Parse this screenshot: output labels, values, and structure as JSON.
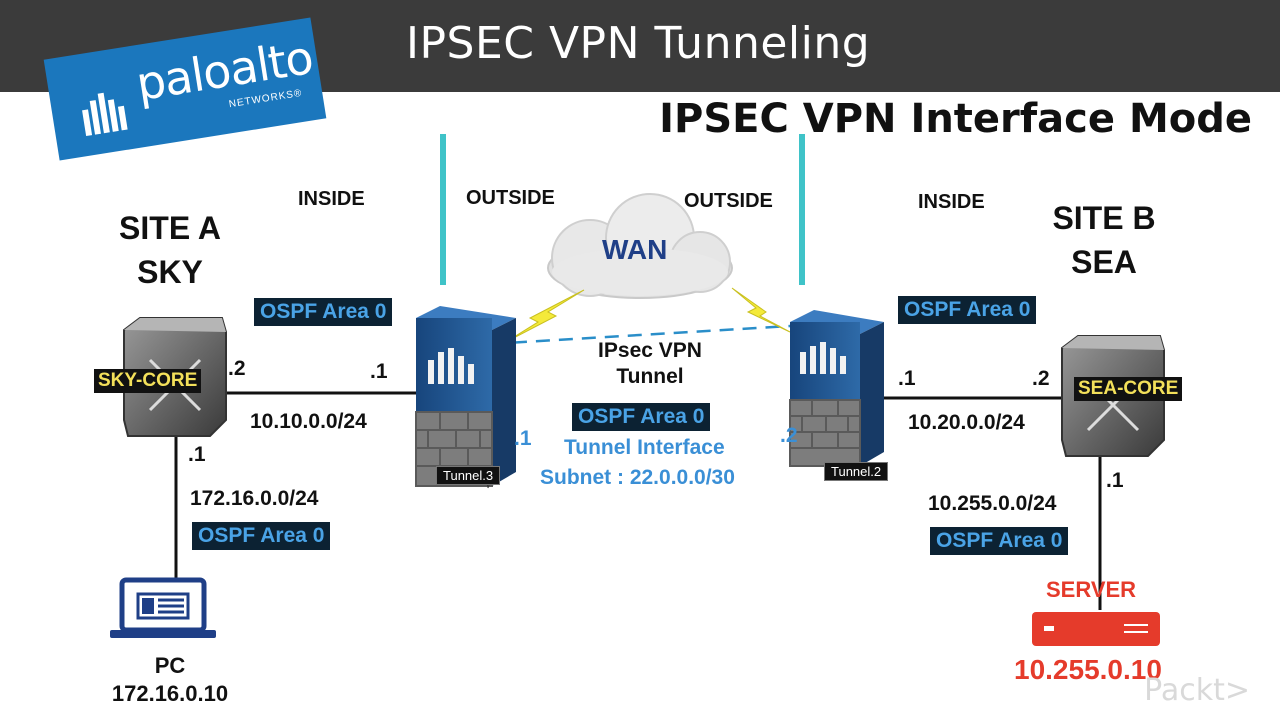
{
  "header": {
    "title": "IPSEC VPN Tunneling"
  },
  "logo": {
    "wordmark": "paloalto",
    "sub": "NETWORKS®"
  },
  "subtitle": "IPSEC VPN Interface Mode",
  "zones": {
    "inside_a": "INSIDE",
    "outside_a": "OUTSIDE",
    "outside_b": "OUTSIDE",
    "inside_b": "INSIDE"
  },
  "wan": "WAN",
  "site_a": {
    "line1": "SITE A",
    "line2": "SKY"
  },
  "site_b": {
    "line1": "SITE B",
    "line2": "SEA"
  },
  "sky_core": "SKY-CORE",
  "sea_core": "SEA-CORE",
  "ospf_area": "OSPF Area 0",
  "links": {
    "sky_core_dot": ".2",
    "fw_a_inside_dot": ".1",
    "subnet_a": "10.10.0.0/24",
    "pc_side_dot": ".1",
    "subnet_pc": "172.16.0.0/24",
    "fw_b_inside_dot": ".1",
    "sea_core_dot": ".2",
    "subnet_b": "10.20.0.0/24",
    "server_side_dot": ".1",
    "subnet_server": "10.255.0.0/24"
  },
  "tunnel": {
    "line1": "IPsec VPN",
    "line2": "Tunnel",
    "iface": "Tunnel Interface",
    "subnet": "Subnet : 22.0.0.0/30",
    "left_dot": ".1",
    "right_dot": ".2",
    "left_tag": "Tunnel.3",
    "right_tag": "Tunnel.2"
  },
  "pc": {
    "label": "PC",
    "ip": "172.16.0.10"
  },
  "server": {
    "label": "SERVER",
    "ip": "10.255.0.10"
  },
  "watermark": "Packt>",
  "colors": {
    "ospf_bg": "#0c2233",
    "ospf_text": "#4aa3e6",
    "tag_text": "#f3e05a",
    "zone_line": "#3fc3c8",
    "server": "#e53b2b",
    "firewall": "#1d4f8a"
  }
}
